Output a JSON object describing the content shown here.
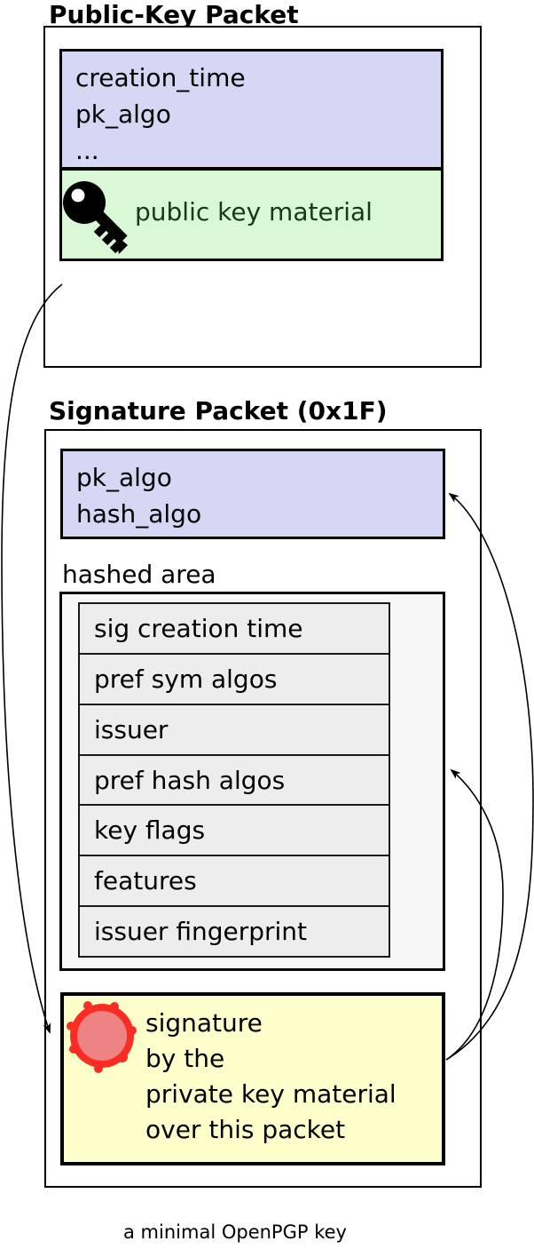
{
  "diagram": {
    "public_key_packet": {
      "title": "Public-Key Packet",
      "header_fields": [
        "creation_time",
        "pk_algo",
        "..."
      ],
      "material_label": "public key material",
      "material_icon": "key-icon"
    },
    "signature_packet": {
      "title": "Signature Packet (0x1F)",
      "header_fields": [
        "pk_algo",
        "hash_algo"
      ],
      "hashed_area_label": "hashed area",
      "hashed_subpackets": [
        "sig creation time",
        "pref sym algos",
        "issuer",
        "pref hash algos",
        "key flags",
        "features",
        "issuer fingerprint"
      ],
      "signature_lines": [
        "signature",
        "by the",
        "private key material",
        "over this packet"
      ],
      "signature_icon": "seal-icon"
    },
    "caption": "a minimal OpenPGP key",
    "colors": {
      "header_fill": "#d6d6f5",
      "public_material_fill": "#d9f8d6",
      "public_material_text": "#143c14",
      "hashed_area_fill": "#f7f7f7",
      "subpacket_fill": "#ededed",
      "signature_fill": "#ffffcc",
      "seal_ring": "#fa2d24",
      "seal_center": "#ee8383",
      "line_color": "#000000"
    }
  }
}
